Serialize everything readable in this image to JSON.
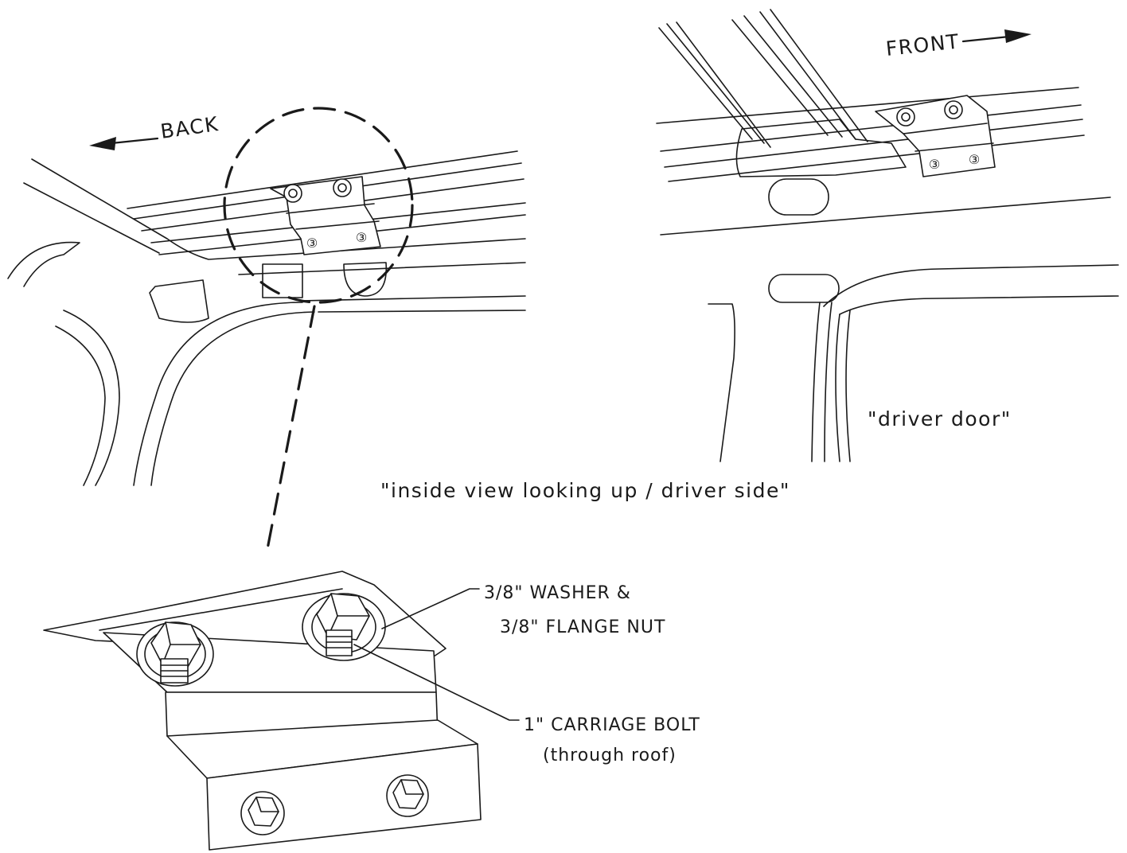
{
  "labels": {
    "back": "BACK",
    "front": "FRONT",
    "driver_door": "\"driver door\"",
    "view_caption": "\"inside view looking up / driver side\"",
    "washer_line1": "3/8\" WASHER &",
    "washer_line2": "3/8\" FLANGE NUT",
    "bolt_line1": "1\" CARRIAGE BOLT",
    "bolt_line2": "(through roof)"
  },
  "bolt_mark": "③",
  "colors": {
    "ink": "#1a1a1a",
    "paper": "#ffffff"
  }
}
